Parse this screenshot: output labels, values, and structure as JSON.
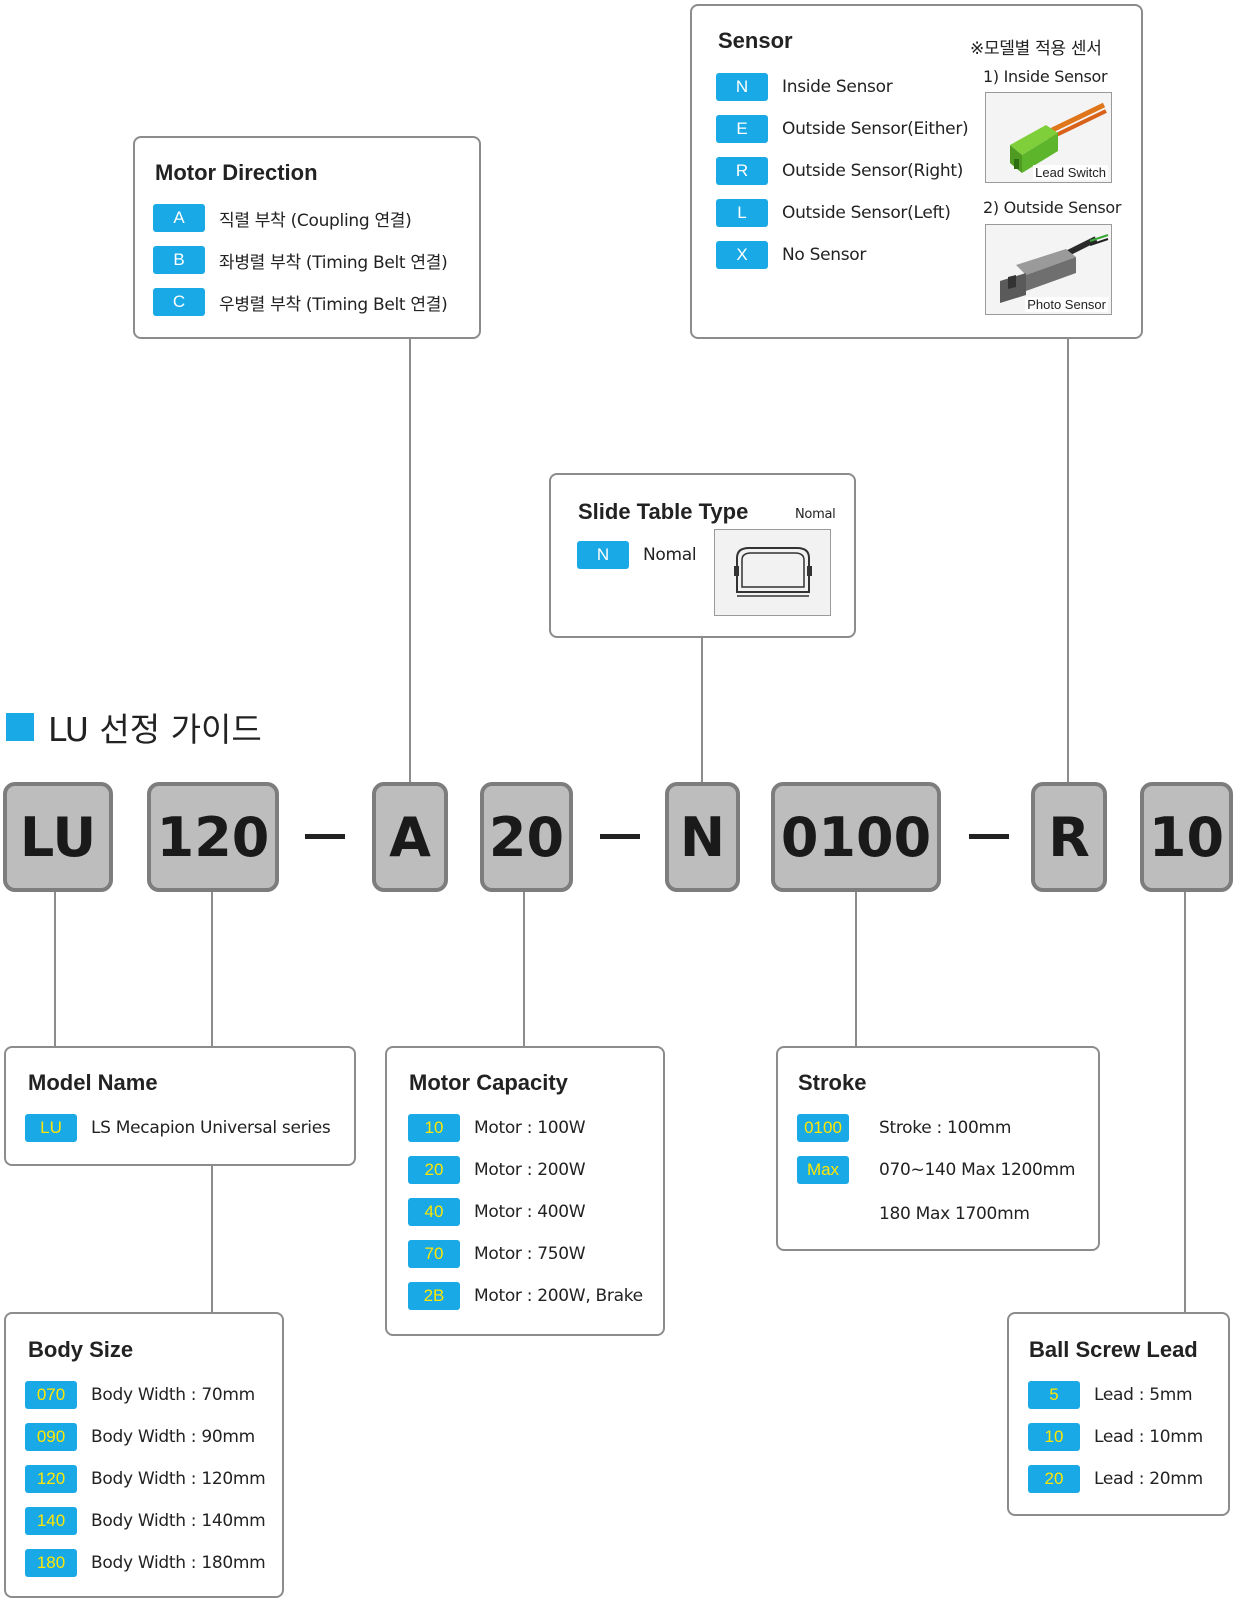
{
  "guide_title": "LU 선정 가이드",
  "accent_color": "#19a9e6",
  "badge_text_color": "#ffe600",
  "code_parts": [
    "LU",
    "120",
    "A",
    "20",
    "N",
    "0100",
    "R",
    "10"
  ],
  "separator": "—",
  "motor_direction": {
    "title": "Motor Direction",
    "items": [
      {
        "code": "A",
        "text": "직렬 부착 (Coupling 연결)"
      },
      {
        "code": "B",
        "text": "좌병렬 부착 (Timing Belt 연결)"
      },
      {
        "code": "C",
        "text": "우병렬 부착 (Timing Belt 연결)"
      }
    ]
  },
  "sensor": {
    "title": "Sensor",
    "note": "※모델별 적용 센서",
    "items": [
      {
        "code": "N",
        "text": "Inside Sensor"
      },
      {
        "code": "E",
        "text": "Outside Sensor(Either)"
      },
      {
        "code": "R",
        "text": "Outside Sensor(Right)"
      },
      {
        "code": "L",
        "text": "Outside Sensor(Left)"
      },
      {
        "code": "X",
        "text": "No Sensor"
      }
    ],
    "inside_label": "1) Inside Sensor",
    "inside_caption": "Lead Switch",
    "outside_label": "2) Outside Sensor",
    "outside_caption": "Photo Sensor"
  },
  "slide_table": {
    "title": "Slide Table Type",
    "thumb_label": "Nomal",
    "items": [
      {
        "code": "N",
        "text": "Nomal"
      }
    ]
  },
  "model_name": {
    "title": "Model Name",
    "items": [
      {
        "code": "LU",
        "text": "LS Mecapion Universal series"
      }
    ]
  },
  "motor_capacity": {
    "title": "Motor Capacity",
    "items": [
      {
        "code": "10",
        "text": "Motor : 100W"
      },
      {
        "code": "20",
        "text": "Motor : 200W"
      },
      {
        "code": "40",
        "text": "Motor : 400W"
      },
      {
        "code": "70",
        "text": "Motor : 750W"
      },
      {
        "code": "2B",
        "text": "Motor : 200W, Brake"
      }
    ]
  },
  "stroke": {
    "title": "Stroke",
    "items": [
      {
        "code": "0100",
        "text": "Stroke : 100mm"
      },
      {
        "code": "Max",
        "text": "070~140 Max 1200mm"
      }
    ],
    "extra": "180 Max 1700mm"
  },
  "body_size": {
    "title": "Body Size",
    "items": [
      {
        "code": "070",
        "text": "Body Width : 70mm"
      },
      {
        "code": "090",
        "text": "Body Width : 90mm"
      },
      {
        "code": "120",
        "text": "Body Width : 120mm"
      },
      {
        "code": "140",
        "text": "Body Width : 140mm"
      },
      {
        "code": "180",
        "text": "Body Width : 180mm"
      }
    ]
  },
  "ball_screw": {
    "title": "Ball Screw Lead",
    "items": [
      {
        "code": "5",
        "text": "Lead : 5mm"
      },
      {
        "code": "10",
        "text": "Lead : 10mm"
      },
      {
        "code": "20",
        "text": "Lead : 20mm"
      }
    ]
  }
}
